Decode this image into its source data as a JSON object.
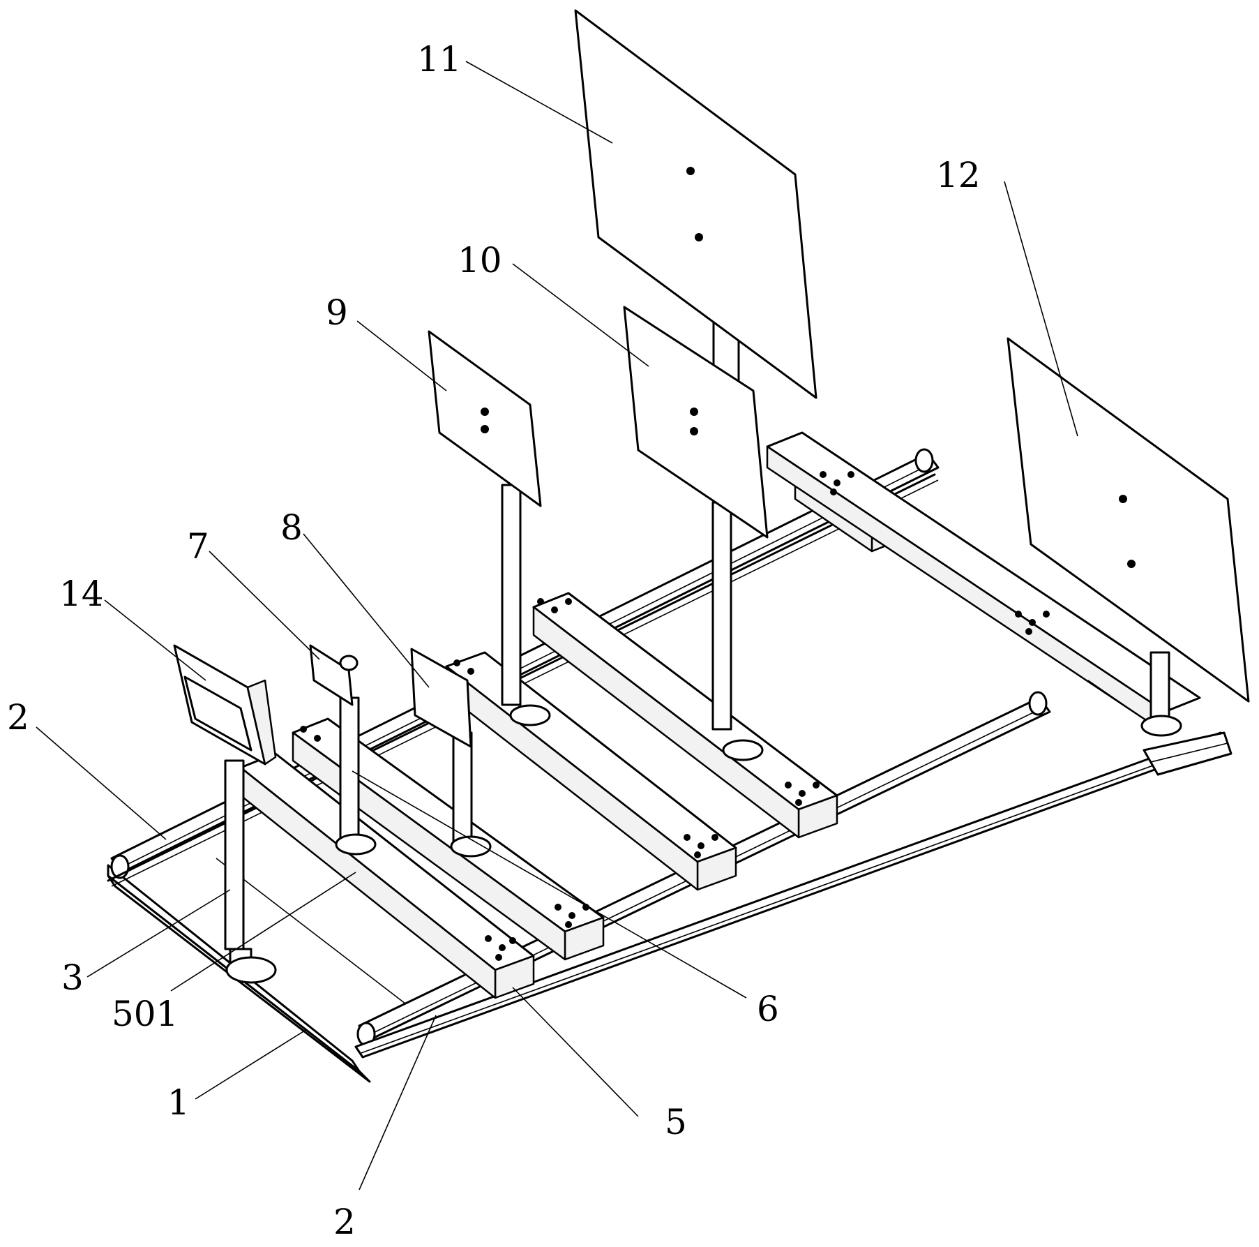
{
  "labels": {
    "l1": "1",
    "l2a": "2",
    "l2b": "2",
    "l3": "3",
    "l5": "5",
    "l501": "501",
    "l6": "6",
    "l7": "7",
    "l8": "8",
    "l9": "9",
    "l10": "10",
    "l11": "11",
    "l12": "12",
    "l14": "14"
  }
}
